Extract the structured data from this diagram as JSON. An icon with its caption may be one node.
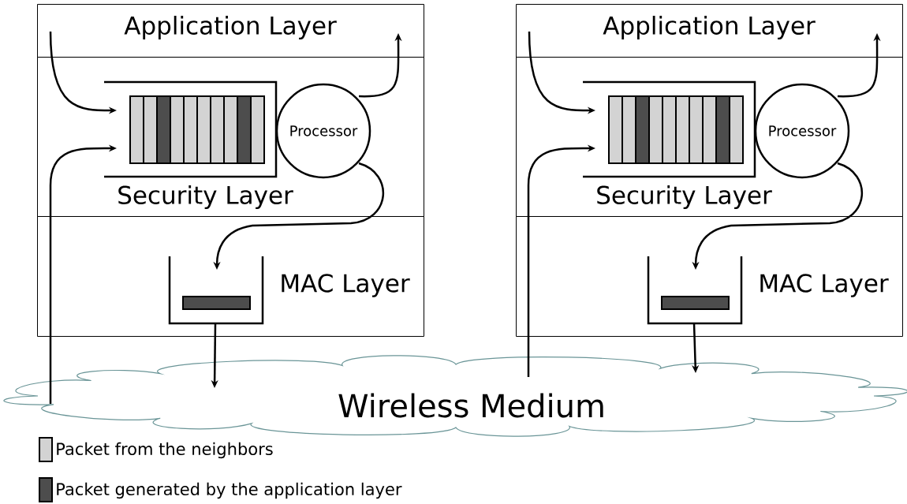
{
  "diagram": {
    "nodes": [
      {
        "text": [
          "Application Layer"
        ]
      },
      {
        "text": [
          "Security Layer"
        ]
      },
      {
        "text": [],
        "shape": "box",
        "in": 1
      },
      {
        "text": [
          "Processor"
        ],
        "in": 1
      },
      {
        "text": [
          "MAC Layer"
        ]
      },
      {
        "text": [],
        "shape": "box",
        "in": 4
      },
      {
        "text": [
          "Application Layer"
        ]
      },
      {
        "text": [
          "Security Layer"
        ]
      },
      {
        "text": [],
        "shape": "box",
        "in": 7
      },
      {
        "text": [
          "Processor"
        ],
        "in": 7
      },
      {
        "text": [
          "MAC Layer"
        ]
      },
      {
        "text": [],
        "shape": "box",
        "in": 10
      },
      {
        "text": [
          "Wireless Medium"
        ]
      }
    ],
    "edges": [
      {
        "from": 0,
        "to": 2,
        "arrow": "to"
      },
      {
        "from": 12,
        "to": 2,
        "arrow": "to"
      },
      {
        "from": 3,
        "to": 0,
        "arrow": "to"
      },
      {
        "from": 3,
        "to": 5,
        "arrow": "to"
      },
      {
        "from": 5,
        "to": 12,
        "arrow": "to"
      },
      {
        "from": 6,
        "to": 8,
        "arrow": "to"
      },
      {
        "from": 12,
        "to": 8,
        "arrow": "to"
      },
      {
        "from": 9,
        "to": 6,
        "arrow": "to"
      },
      {
        "from": 9,
        "to": 11,
        "arrow": "to"
      },
      {
        "from": 11,
        "to": 12,
        "arrow": "to"
      }
    ],
    "legend": [
      {
        "text": "Packet from the neighbors",
        "color": "#d3d3d3"
      },
      {
        "text": "Packet generated by the application layer",
        "color": "#4d4d4d"
      }
    ]
  }
}
